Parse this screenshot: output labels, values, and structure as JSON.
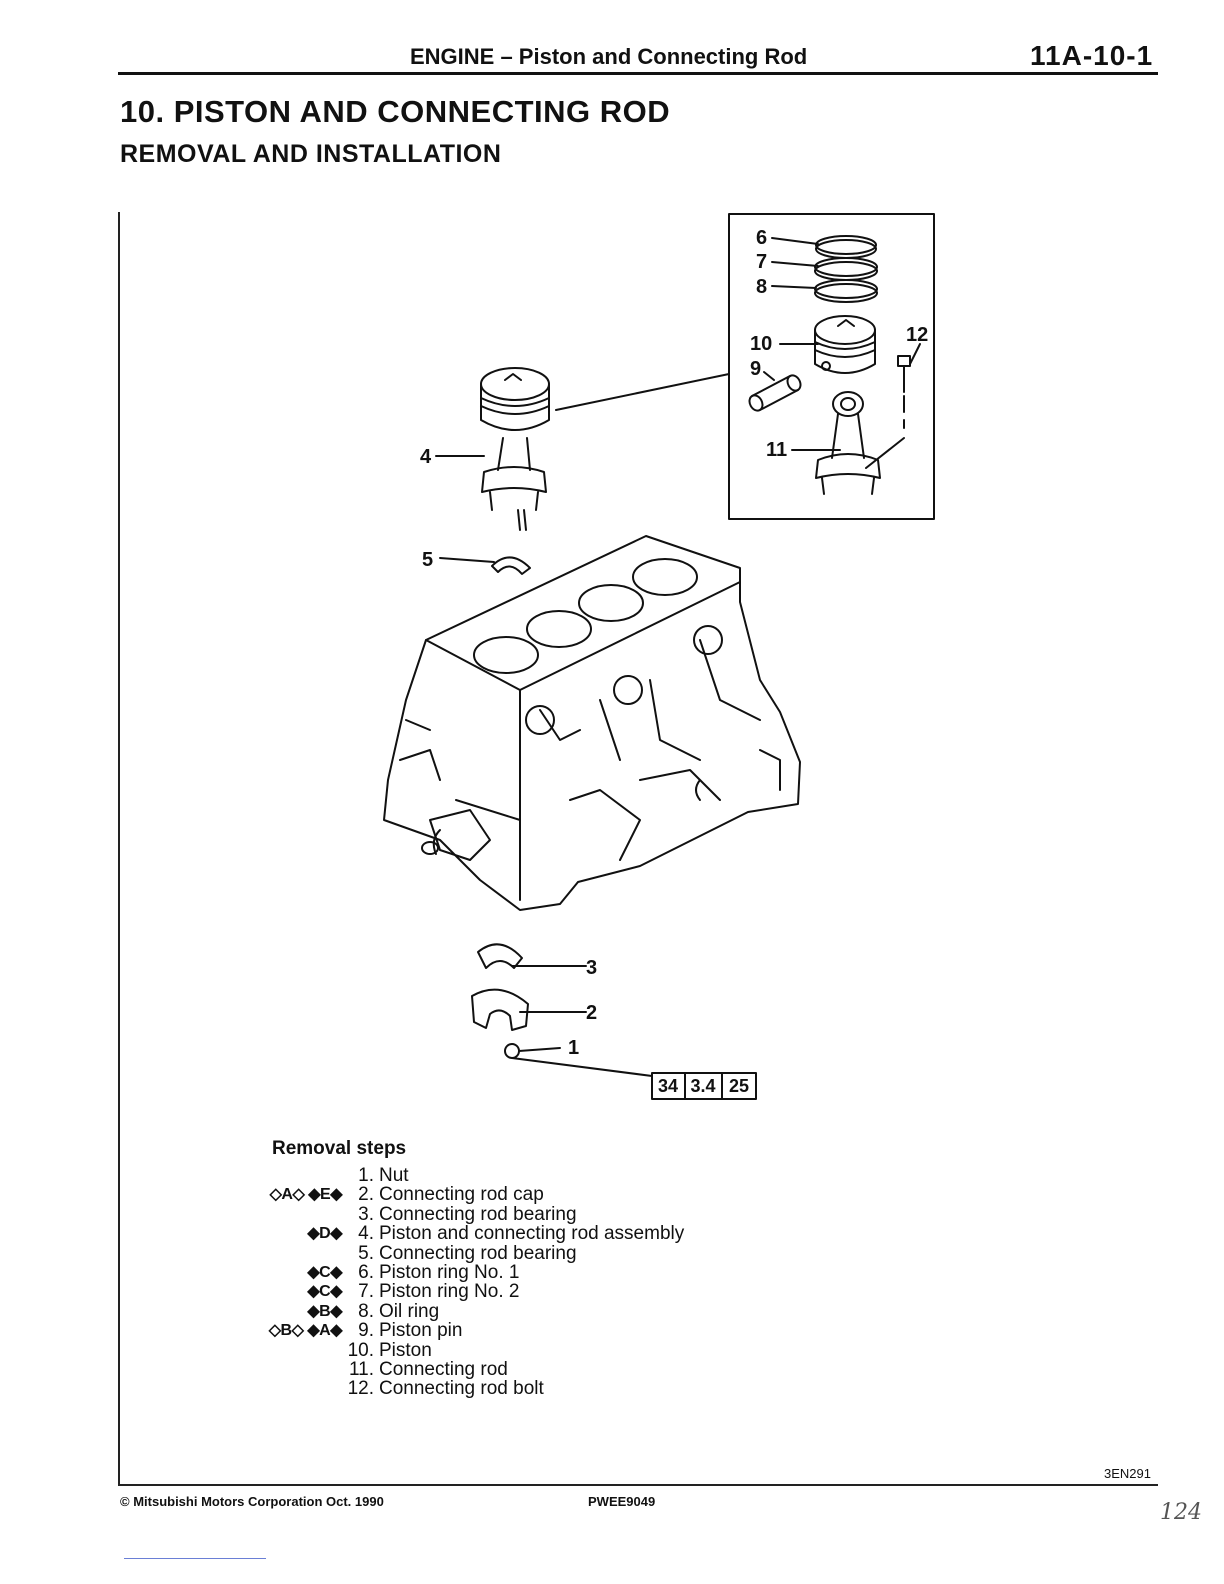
{
  "header": {
    "title": "ENGINE – Piston and Connecting Rod",
    "page_code": "11A-10-1"
  },
  "section": {
    "title": "10. PISTON AND CONNECTING ROD",
    "subtitle": "REMOVAL AND INSTALLATION"
  },
  "diagram": {
    "callouts": [
      "1",
      "2",
      "3",
      "4",
      "5",
      "6",
      "7",
      "8",
      "9",
      "10",
      "11",
      "12"
    ],
    "torque": [
      "34",
      "3.4",
      "25"
    ],
    "figure_code": "3EN291"
  },
  "removal": {
    "title": "Removal steps",
    "steps": [
      {
        "marks": "",
        "num": "1.",
        "text": "Nut"
      },
      {
        "marks": "◇A◇ ◆E◆",
        "num": "2.",
        "text": "Connecting rod cap"
      },
      {
        "marks": "",
        "num": "3.",
        "text": "Connecting rod bearing"
      },
      {
        "marks": "◆D◆",
        "num": "4.",
        "text": "Piston and connecting rod assembly"
      },
      {
        "marks": "",
        "num": "5.",
        "text": "Connecting rod bearing"
      },
      {
        "marks": "◆C◆",
        "num": "6.",
        "text": "Piston ring No. 1"
      },
      {
        "marks": "◆C◆",
        "num": "7.",
        "text": "Piston ring No. 2"
      },
      {
        "marks": "◆B◆",
        "num": "8.",
        "text": "Oil ring"
      },
      {
        "marks": "◇B◇ ◆A◆",
        "num": "9.",
        "text": "Piston pin"
      },
      {
        "marks": "",
        "num": "10.",
        "text": "Piston"
      },
      {
        "marks": "",
        "num": "11.",
        "text": "Connecting rod"
      },
      {
        "marks": "",
        "num": "12.",
        "text": "Connecting rod bolt"
      }
    ]
  },
  "footer": {
    "copyright": "© Mitsubishi Motors Corporation  Oct. 1990",
    "publication": "PWEE9049",
    "handwritten_note": "124"
  }
}
